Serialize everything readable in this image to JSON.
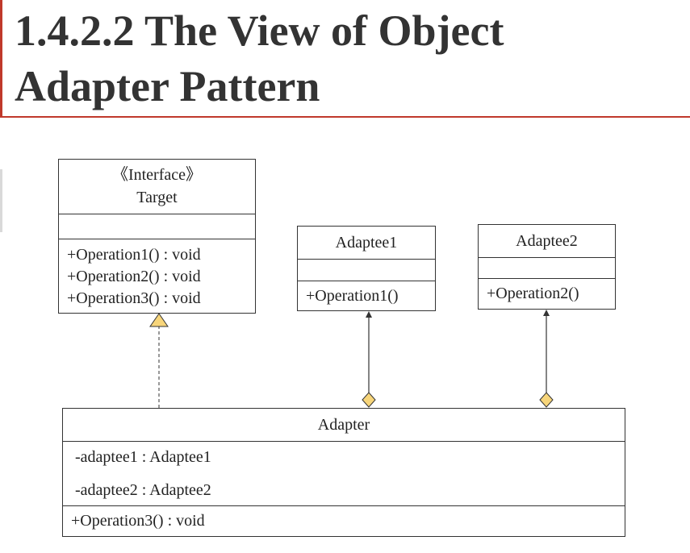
{
  "title": {
    "line1": "1.4.2.2 The View of Object",
    "line2": "Adapter Pattern"
  },
  "diagram": {
    "target": {
      "stereotype": "《Interface》",
      "name": "Target",
      "operations": [
        "+Operation1() : void",
        "+Operation2() : void",
        "+Operation3() : void"
      ]
    },
    "adaptee1": {
      "name": "Adaptee1",
      "operations": [
        "+Operation1()"
      ]
    },
    "adaptee2": {
      "name": "Adaptee2",
      "operations": [
        "+Operation2()"
      ]
    },
    "adapter": {
      "name": "Adapter",
      "attributes": [
        "-adaptee1 : Adaptee1",
        "-adaptee2 : Adaptee2"
      ],
      "operations": [
        "+Operation3() : void"
      ]
    },
    "colors": {
      "accent": "#c0392b",
      "realization_arrow_fill": "#f7d57a",
      "aggregation_diamond_fill": "#f7d57a",
      "line": "#333333"
    }
  }
}
